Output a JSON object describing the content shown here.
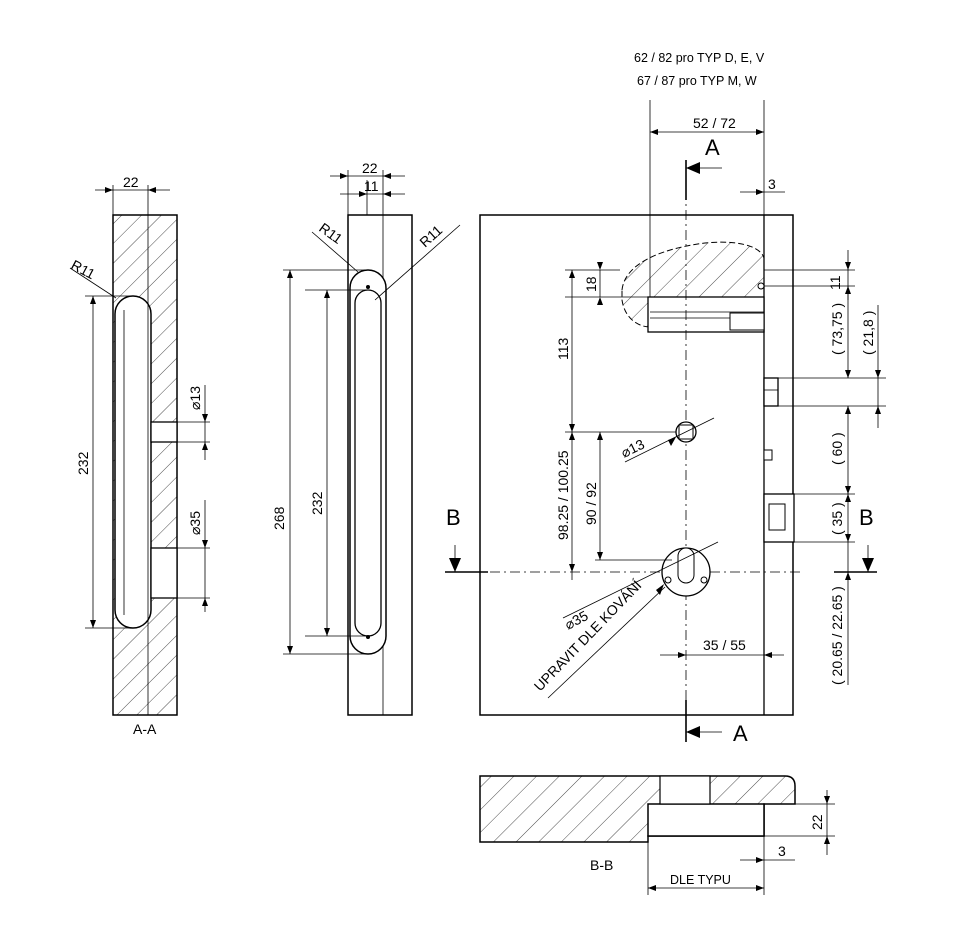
{
  "notes": {
    "line1": "62 / 82  pro TYP D, E, V",
    "line2": "67 / 87  pro TYP M, W"
  },
  "section_aa": {
    "label": "A-A",
    "dim_width": "22",
    "dim_radius": "R11",
    "dim_length": "232",
    "dim_hole_small": "13",
    "dim_hole_large": "35"
  },
  "side_view": {
    "dim_width": "22",
    "dim_half": "11",
    "dim_radius_left": "R11",
    "dim_radius_right": "R11",
    "dim_total": "268",
    "dim_slot": "232"
  },
  "front_view": {
    "dim_top": "52 / 72",
    "dim_3": "3",
    "dim_18": "18",
    "dim_113": "113",
    "dim_98": "98.25 / 100.25",
    "dim_90": "90 / 92",
    "dim_d13": "13",
    "dim_d35": "35",
    "dim_35_55": "35 / 55",
    "dim_11": "11",
    "dim_7375": "( 73,75 )",
    "dim_218": "( 21,8 )",
    "dim_60": "( 60 )",
    "dim_35r": "( 35 )",
    "dim_2065": "( 20.65 / 22.65 )",
    "note_adjust": "UPRAVIT  DLE KOVÁNÍ",
    "cut_a_top": "A",
    "cut_a_bottom": "A",
    "cut_b_left": "B",
    "cut_b_right": "B"
  },
  "section_bb": {
    "label": "B-B",
    "dim_22": "22",
    "dim_3": "3",
    "dim_type": "DLE TYPU"
  }
}
